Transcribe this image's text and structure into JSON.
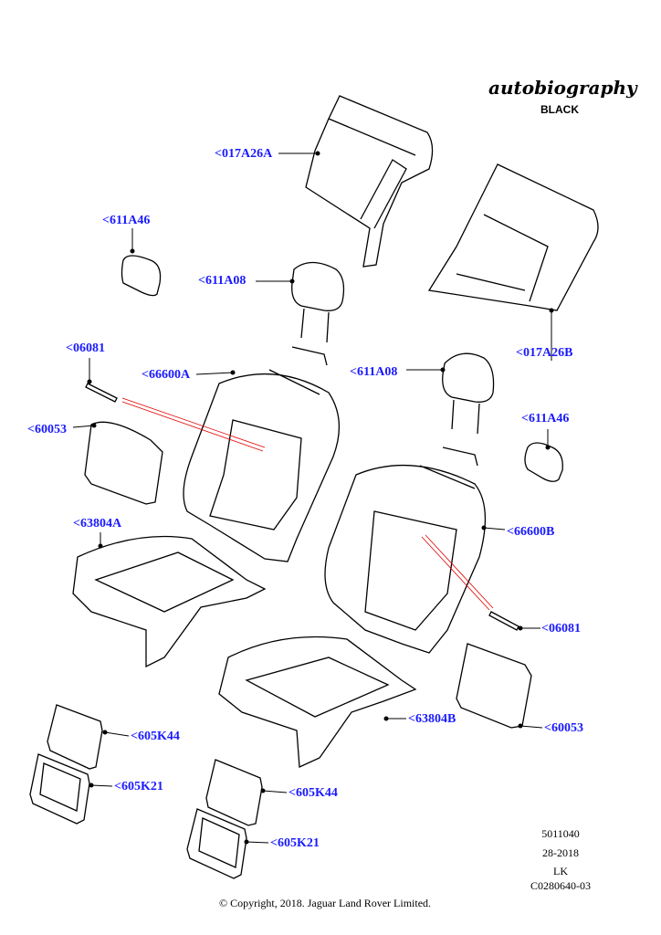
{
  "brand": {
    "name": "autobiography",
    "trim": "BLACK"
  },
  "callouts": [
    {
      "id": "017A26A",
      "text": "<017A26A"
    },
    {
      "id": "611A46-left",
      "text": "<611A46"
    },
    {
      "id": "611A08-left",
      "text": "<611A08"
    },
    {
      "id": "06081-left",
      "text": "<06081"
    },
    {
      "id": "66600A",
      "text": "<66600A"
    },
    {
      "id": "60053-left",
      "text": "<60053"
    },
    {
      "id": "63804A",
      "text": "<63804A"
    },
    {
      "id": "611A08-right",
      "text": "<611A08"
    },
    {
      "id": "017A26B",
      "text": "<017A26B"
    },
    {
      "id": "611A46-right",
      "text": "<611A46"
    },
    {
      "id": "66600B",
      "text": "<66600B"
    },
    {
      "id": "06081-right",
      "text": "<06081"
    },
    {
      "id": "63804B",
      "text": "<63804B"
    },
    {
      "id": "60053-right",
      "text": "<60053"
    },
    {
      "id": "605K44-left",
      "text": "<605K44"
    },
    {
      "id": "605K21-left",
      "text": "<605K21"
    },
    {
      "id": "605K44-right",
      "text": "<605K44"
    },
    {
      "id": "605K21-right",
      "text": "<605K21"
    }
  ],
  "meta": {
    "number": "5011040",
    "date": "28-2018",
    "code": "LK",
    "ref": "C0280640-03"
  },
  "copyright": "© Copyright, 2018. Jaguar Land Rover Limited.",
  "colors": {
    "callout": "#1a1aff",
    "line": "#000000",
    "highlight": "#e00000"
  }
}
